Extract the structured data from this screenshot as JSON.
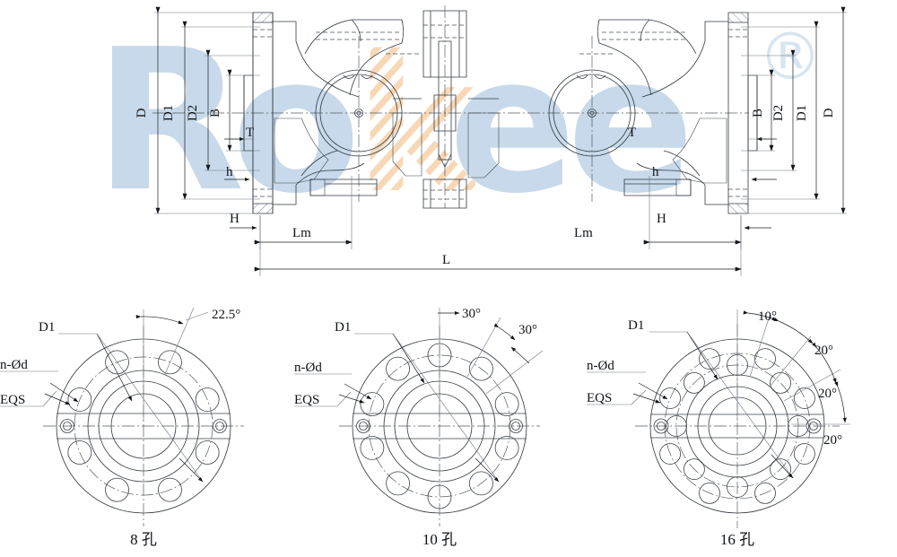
{
  "drawing": {
    "title": "Flanged valve body assembly drawing",
    "background_color": "#ffffff",
    "line_color": "#2b2f38",
    "watermark_color": "#c7d9ea",
    "watermark_accent_color": "#f6d6b4"
  },
  "watermark": {
    "brand": "Rokee",
    "registered_mark": "®",
    "letters": [
      "R",
      "o",
      "k",
      "e",
      "e"
    ]
  },
  "section_view": {
    "name": "longitudinal-section-view",
    "dimensions_left": [
      {
        "key": "D",
        "label": "D",
        "orientation": "vertical"
      },
      {
        "key": "D1",
        "label": "D1",
        "orientation": "vertical"
      },
      {
        "key": "D2",
        "label": "D2",
        "orientation": "vertical"
      },
      {
        "key": "B",
        "label": "B",
        "orientation": "vertical"
      },
      {
        "key": "T",
        "label": "T",
        "orientation": "vertical"
      },
      {
        "key": "h",
        "label": "h",
        "orientation": "horizontal"
      },
      {
        "key": "H",
        "label": "H",
        "orientation": "horizontal"
      },
      {
        "key": "Lm",
        "label": "Lm",
        "orientation": "horizontal"
      }
    ],
    "dimensions_right": [
      {
        "key": "D",
        "label": "D",
        "orientation": "vertical"
      },
      {
        "key": "D1",
        "label": "D1",
        "orientation": "vertical"
      },
      {
        "key": "D2",
        "label": "D2",
        "orientation": "vertical"
      },
      {
        "key": "B",
        "label": "B",
        "orientation": "vertical"
      },
      {
        "key": "T",
        "label": "T",
        "orientation": "vertical"
      },
      {
        "key": "h",
        "label": "h",
        "orientation": "horizontal"
      },
      {
        "key": "H",
        "label": "H",
        "orientation": "horizontal"
      },
      {
        "key": "Lm",
        "label": "Lm",
        "orientation": "horizontal"
      }
    ],
    "overall_dimension": {
      "key": "L",
      "label": "L",
      "orientation": "horizontal"
    }
  },
  "flange_views": [
    {
      "name": "flange-view-8-hole",
      "caption": "8 孔",
      "hole_count": 8,
      "hole_pitch_deg": 45,
      "leader_labels": [
        {
          "key": "D1",
          "label": "D1"
        },
        {
          "key": "nOd",
          "label": "n-Ød"
        },
        {
          "key": "EQS",
          "label": "EQS"
        }
      ],
      "angle_labels": [
        {
          "label": "22.5°",
          "value": 22.5
        }
      ]
    },
    {
      "name": "flange-view-10-hole",
      "caption": "10 孔",
      "hole_count": 10,
      "hole_pitch_deg": 36,
      "leader_labels": [
        {
          "key": "D1",
          "label": "D1"
        },
        {
          "key": "nOd",
          "label": "n-Ød"
        },
        {
          "key": "EQS",
          "label": "EQS"
        }
      ],
      "angle_labels": [
        {
          "label": "30°",
          "value": 30
        },
        {
          "label": "30°",
          "value": 30
        }
      ]
    },
    {
      "name": "flange-view-16-hole",
      "caption": "16 孔",
      "hole_count": 16,
      "hole_pitch_deg": 22.5,
      "leader_labels": [
        {
          "key": "D1",
          "label": "D1"
        },
        {
          "key": "nOd",
          "label": "n-Ød"
        },
        {
          "key": "EQS",
          "label": "EQS"
        }
      ],
      "angle_labels": [
        {
          "label": "10°",
          "value": 10
        },
        {
          "label": "20°",
          "value": 20
        },
        {
          "label": "20°",
          "value": 20
        },
        {
          "label": "20°",
          "value": 20
        }
      ]
    }
  ]
}
